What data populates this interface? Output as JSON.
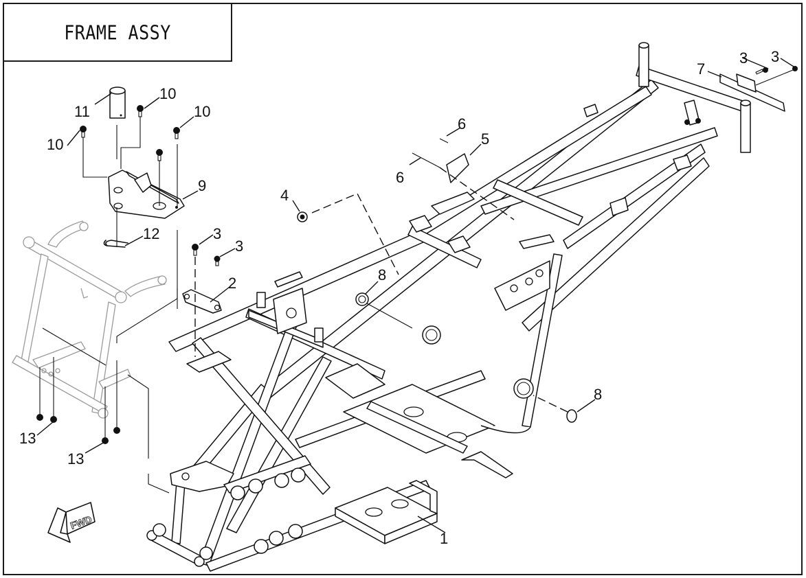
{
  "title": "FRAME ASSY",
  "direction_badge": {
    "label": "FWD",
    "icon": "forward-arrow-icon"
  },
  "callouts": [
    {
      "num": "1",
      "part": "frame"
    },
    {
      "num": "2",
      "part": "bracket-plate"
    },
    {
      "num": "3",
      "part": "bolt-a"
    },
    {
      "num": "3",
      "part": "bolt-b"
    },
    {
      "num": "3",
      "part": "bolt-rear-a"
    },
    {
      "num": "3",
      "part": "bolt-rear-b"
    },
    {
      "num": "4",
      "part": "grommet"
    },
    {
      "num": "5",
      "part": "tag-plate"
    },
    {
      "num": "6",
      "part": "rivet-a"
    },
    {
      "num": "6",
      "part": "rivet-b"
    },
    {
      "num": "7",
      "part": "rear-bracket"
    },
    {
      "num": "8",
      "part": "pivot-cap-upper"
    },
    {
      "num": "8",
      "part": "pivot-cap-lower"
    },
    {
      "num": "9",
      "part": "hitch-plate"
    },
    {
      "num": "10",
      "part": "bolt-hitch-a"
    },
    {
      "num": "10",
      "part": "bolt-hitch-b"
    },
    {
      "num": "10",
      "part": "bolt-hitch-c"
    },
    {
      "num": "11",
      "part": "hitch-pin"
    },
    {
      "num": "12",
      "part": "r-clip"
    },
    {
      "num": "13",
      "part": "nut-a"
    },
    {
      "num": "13",
      "part": "nut-b"
    }
  ]
}
